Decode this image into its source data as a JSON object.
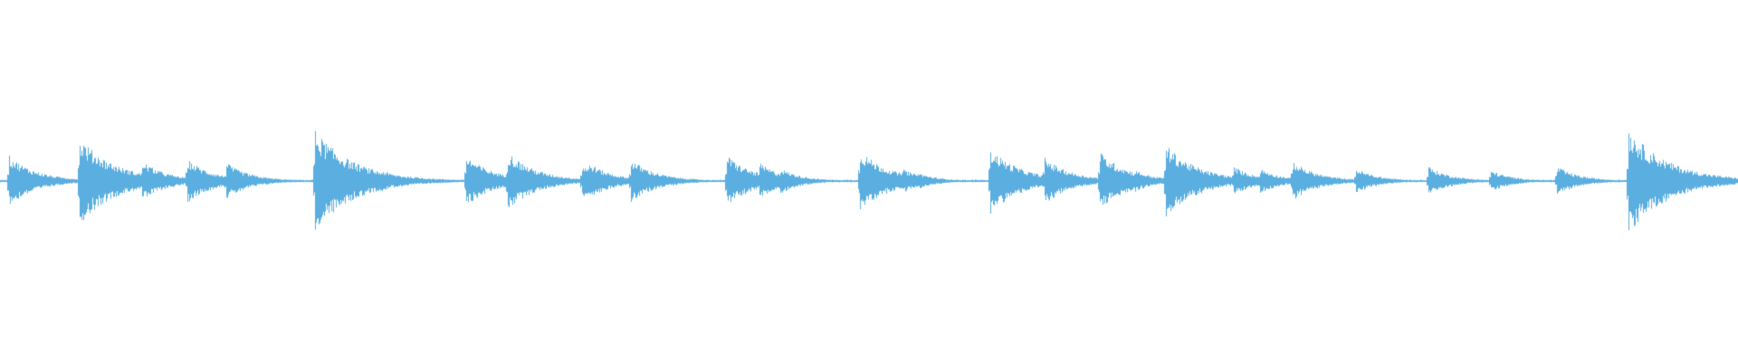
{
  "waveform": {
    "color": "#5aaee0",
    "background": "#ffffff",
    "transients": [
      {
        "t": 0.005,
        "amp": 0.14
      },
      {
        "t": 0.046,
        "amp": 0.24
      },
      {
        "t": 0.082,
        "amp": 0.11
      },
      {
        "t": 0.108,
        "amp": 0.12
      },
      {
        "t": 0.13,
        "amp": 0.1
      },
      {
        "t": 0.181,
        "amp": 0.28
      },
      {
        "t": 0.22,
        "amp": 0.06
      },
      {
        "t": 0.268,
        "amp": 0.14
      },
      {
        "t": 0.292,
        "amp": 0.16
      },
      {
        "t": 0.335,
        "amp": 0.09
      },
      {
        "t": 0.339,
        "amp": 0.1
      },
      {
        "t": 0.363,
        "amp": 0.12
      },
      {
        "t": 0.418,
        "amp": 0.14
      },
      {
        "t": 0.437,
        "amp": 0.1
      },
      {
        "t": 0.449,
        "amp": 0.07
      },
      {
        "t": 0.495,
        "amp": 0.17
      },
      {
        "t": 0.519,
        "amp": 0.07
      },
      {
        "t": 0.527,
        "amp": 0.05
      },
      {
        "t": 0.57,
        "amp": 0.18
      },
      {
        "t": 0.583,
        "amp": 0.09
      },
      {
        "t": 0.601,
        "amp": 0.13
      },
      {
        "t": 0.633,
        "amp": 0.16
      },
      {
        "t": 0.653,
        "amp": 0.06
      },
      {
        "t": 0.671,
        "amp": 0.2
      },
      {
        "t": 0.71,
        "amp": 0.08
      },
      {
        "t": 0.725,
        "amp": 0.07
      },
      {
        "t": 0.744,
        "amp": 0.11
      },
      {
        "t": 0.78,
        "amp": 0.07
      },
      {
        "t": 0.822,
        "amp": 0.08
      },
      {
        "t": 0.858,
        "amp": 0.06
      },
      {
        "t": 0.896,
        "amp": 0.08
      },
      {
        "t": 0.937,
        "amp": 0.29
      },
      {
        "t": 0.961,
        "amp": 0.07
      }
    ]
  }
}
